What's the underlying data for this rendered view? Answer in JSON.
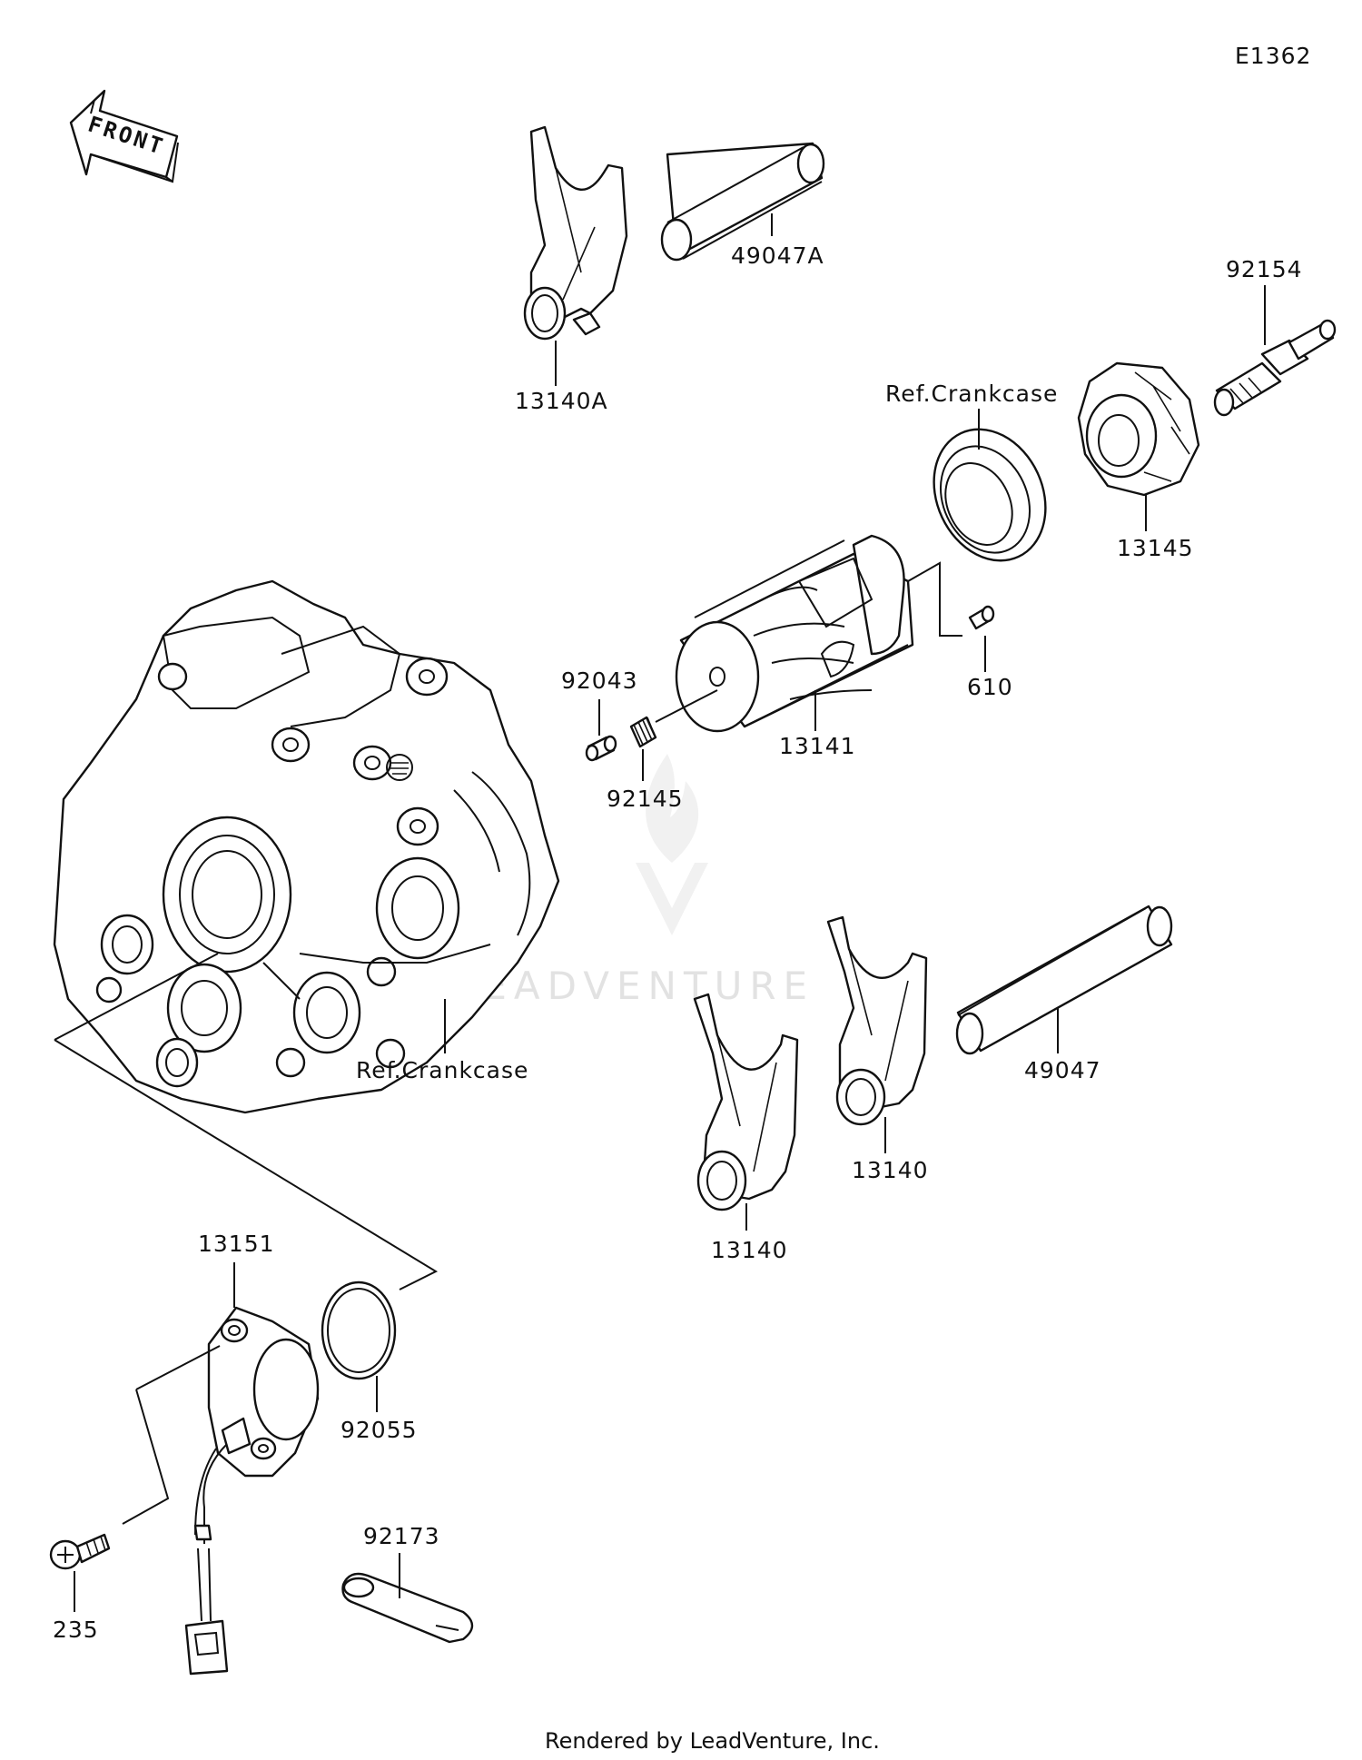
{
  "diagram_code": "E1362",
  "front_label": "FRONT",
  "footer": "Rendered by LeadVenture, Inc.",
  "watermark": "LEADVENTURE",
  "parts": {
    "fork_13140A": "13140A",
    "shaft_49047A": "49047A",
    "bolt_92154": "92154",
    "ref_crankcase_top": "Ref.Crankcase",
    "cam_13145": "13145",
    "drum_13141": "13141",
    "pin_610": "610",
    "pin_92043": "92043",
    "spring_92145": "92145",
    "shaft_49047": "49047",
    "fork_13140_a": "13140",
    "fork_13140_b": "13140",
    "ref_crankcase_main": "Ref.Crankcase",
    "sensor_13151": "13151",
    "oring_92055": "92055",
    "screw_235": "235",
    "clamp_92173": "92173"
  }
}
